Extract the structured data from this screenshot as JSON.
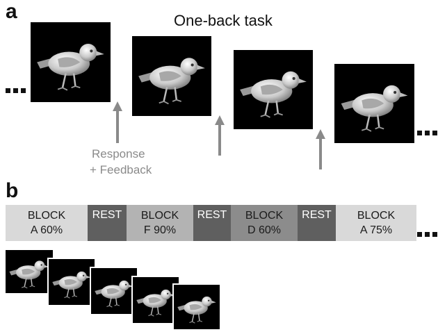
{
  "panel_a": {
    "label": "a",
    "title": "One-back task",
    "response_line1": "Response",
    "response_line2": "+ Feedback",
    "arrow_color": "#8a8a8a",
    "stimulus_icon": "bird-icon"
  },
  "panel_b": {
    "label": "b",
    "segments": [
      {
        "type": "block",
        "line1": "BLOCK",
        "line2": "A 60%",
        "color": "#d9d9d9"
      },
      {
        "type": "rest",
        "line1": "REST",
        "line2": "",
        "color": "#5f5f5f"
      },
      {
        "type": "block",
        "line1": "BLOCK",
        "line2": "F 90%",
        "color": "#b3b3b3"
      },
      {
        "type": "rest",
        "line1": "REST",
        "line2": "",
        "color": "#5f5f5f"
      },
      {
        "type": "block",
        "line1": "BLOCK",
        "line2": "D 60%",
        "color": "#8c8c8c"
      },
      {
        "type": "rest",
        "line1": "REST",
        "line2": "",
        "color": "#5f5f5f"
      },
      {
        "type": "block",
        "line1": "BLOCK",
        "line2": "A 75%",
        "color": "#d9d9d9"
      }
    ]
  }
}
